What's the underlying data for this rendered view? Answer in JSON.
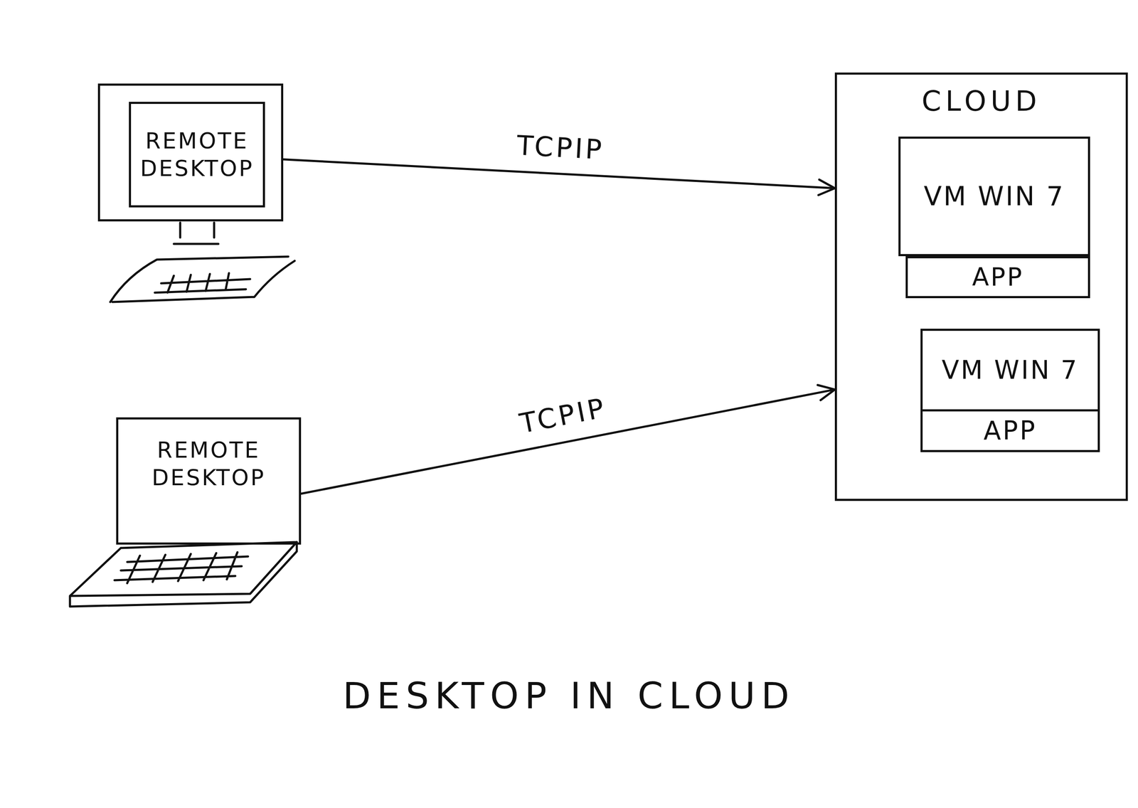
{
  "diagram": {
    "caption": "DESKTOP IN CLOUD",
    "nodes": [
      {
        "text": [
          "REMOTE DESKTOP"
        ]
      },
      {
        "text": [
          "REMOTE DESKTOP"
        ]
      },
      {
        "text": [
          "CLOUD"
        ]
      },
      {
        "text": [
          "VM WIN 7"
        ],
        "in": 2
      },
      {
        "text": [
          "APP"
        ],
        "in": 2
      },
      {
        "text": [
          "VM WIN 7",
          "APP"
        ],
        "in": 2
      }
    ],
    "edges": [
      {
        "from": 0,
        "to": 2,
        "arrow": "to",
        "label": "TCPIP"
      },
      {
        "from": 1,
        "to": 2,
        "arrow": "to",
        "label": "TCPIP"
      }
    ]
  }
}
